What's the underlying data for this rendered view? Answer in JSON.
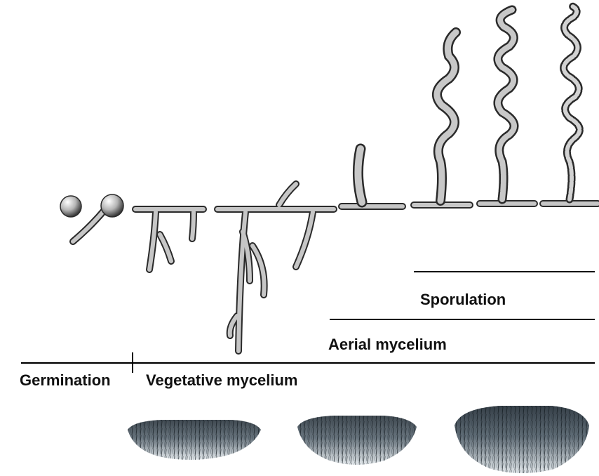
{
  "labels": {
    "germination": "Germination",
    "vegetative": "Vegetative mycelium",
    "aerial": "Aerial mycelium",
    "sporulation": "Sporulation"
  },
  "colors": {
    "line": "#000000",
    "hypha_fill": "#bfbfbf",
    "hypha_outline": "#2a2a2a",
    "colony_dark": "#2e3a44",
    "colony_light": "#c9d2d8"
  },
  "stages": [
    "spore",
    "germinating spore",
    "young vegetative hyphae",
    "branched vegetative mycelium",
    "aerial hypha",
    "early spiral",
    "spiral spore chain",
    "mature spore chain"
  ],
  "colony_count": 3
}
